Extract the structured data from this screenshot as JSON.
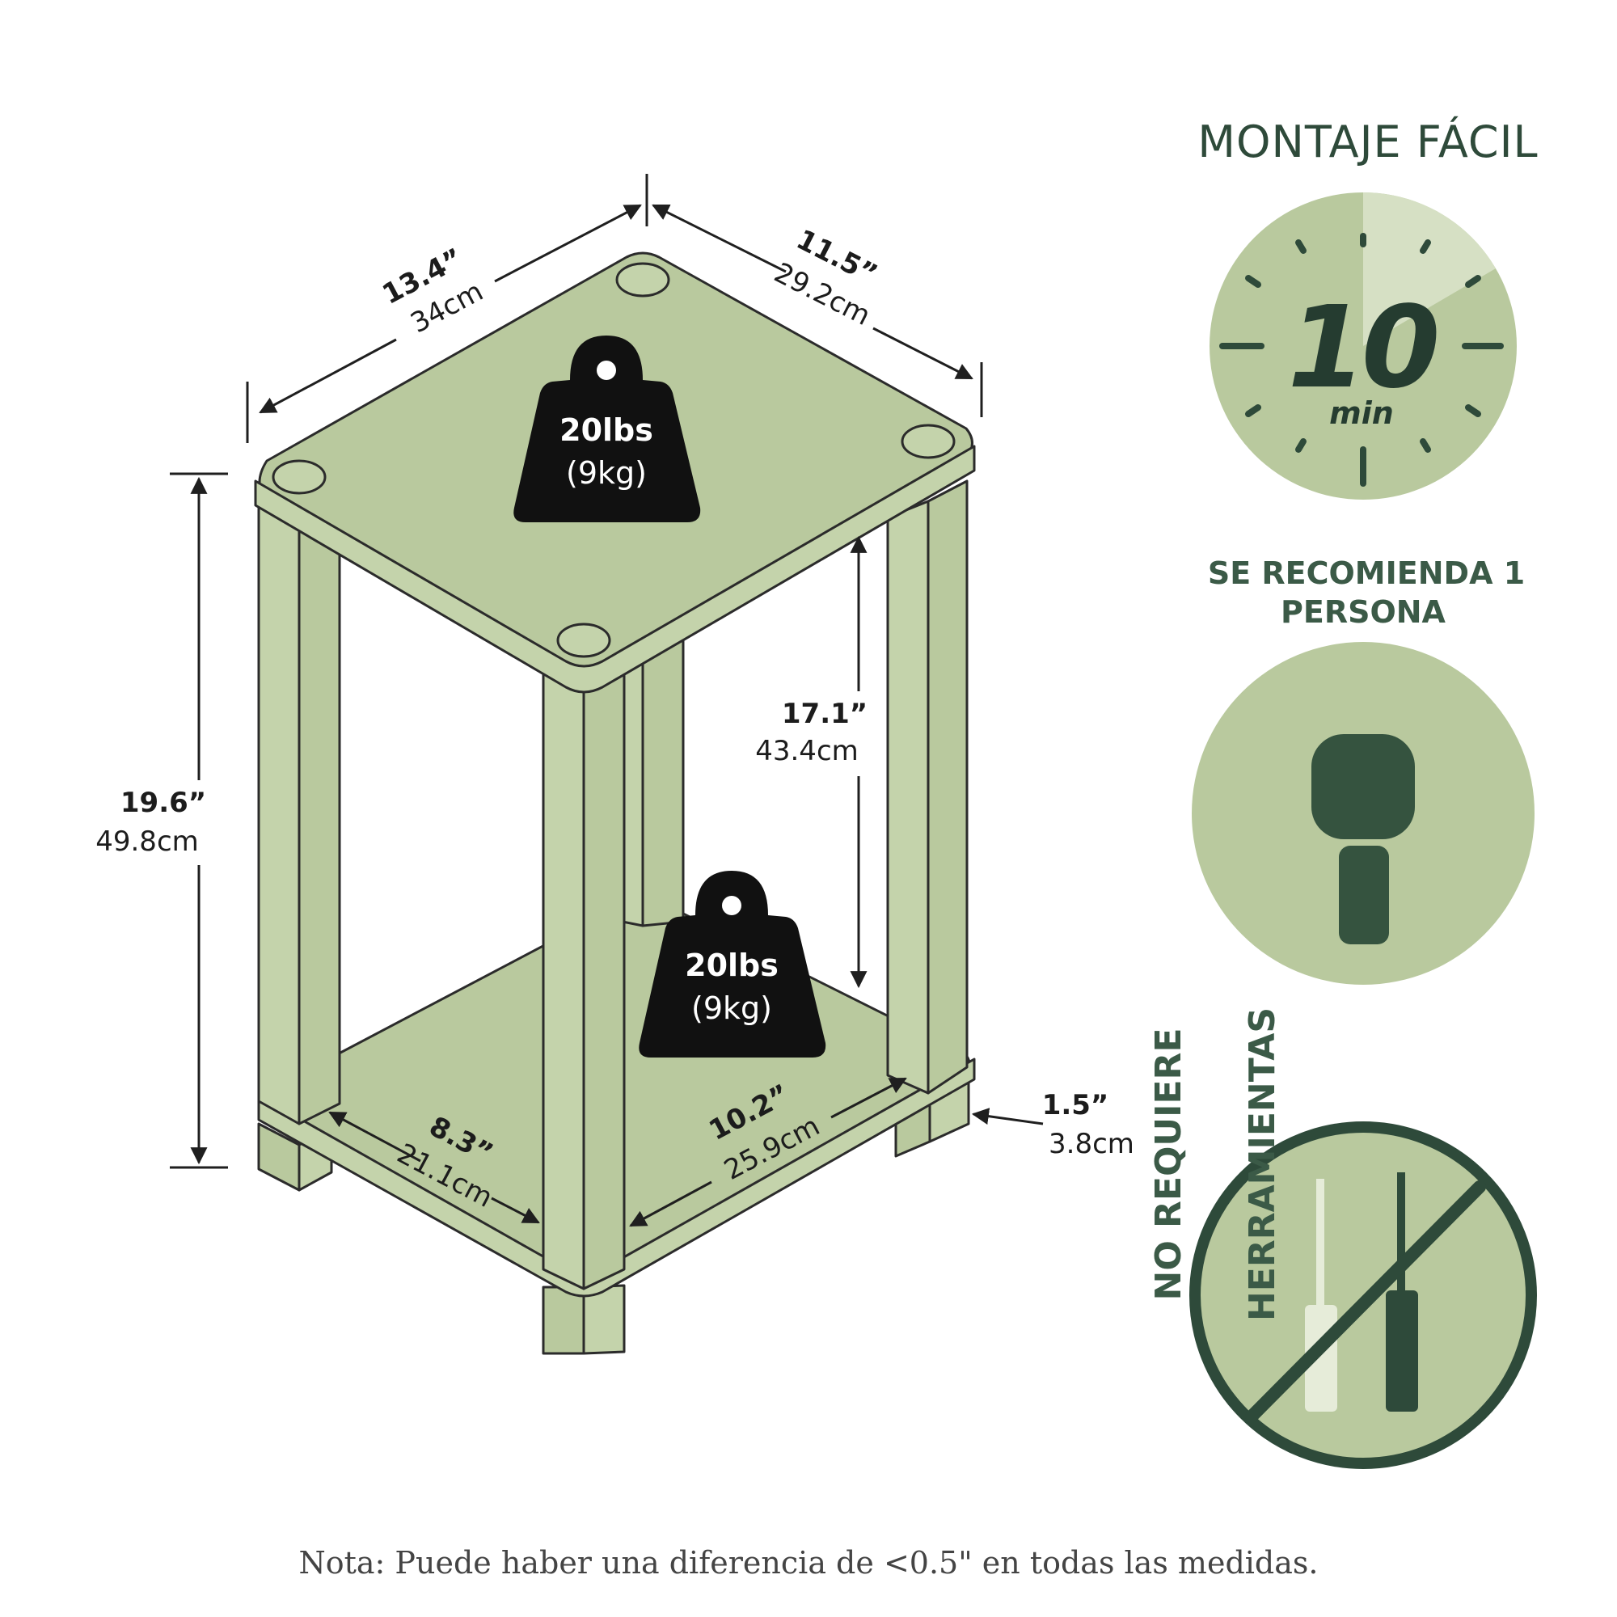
{
  "dimensions": {
    "width": {
      "in": "13.4”",
      "cm": "34cm"
    },
    "depth": {
      "in": "11.5”",
      "cm": "29.2cm"
    },
    "height": {
      "in": "19.6”",
      "cm": "49.8cm"
    },
    "clearance": {
      "in": "17.1”",
      "cm": "43.4cm"
    },
    "shelf_depth": {
      "in": "8.3”",
      "cm": "21.1cm"
    },
    "shelf_width": {
      "in": "10.2”",
      "cm": "25.9cm"
    },
    "leg": {
      "in": "1.5”",
      "cm": "3.8cm"
    }
  },
  "weights": {
    "top": {
      "lbs": "20lbs",
      "kg": "(9kg)"
    },
    "bottom": {
      "lbs": "20lbs",
      "kg": "(9kg)"
    }
  },
  "assembly": {
    "title": "MONTAJE FÁCIL",
    "time_value": "10",
    "time_unit": "min",
    "people_line1": "SE RECOMIENDA 1",
    "people_line2": "PERSONA",
    "tools_line1": "NO REQUIERE",
    "tools_line2": "HERRAMIENTAS"
  },
  "note": "Nota: Puede haber una diferencia de <0.5\" en todas las medidas.",
  "colors": {
    "sage": "#b9c99e",
    "dark_green": "#2e4a3a",
    "ink": "#1c1c1c"
  },
  "icons": [
    "kettlebell-weight-icon",
    "stopwatch-icon",
    "person-icon",
    "screwdriver-icon",
    "no-tools-icon"
  ]
}
